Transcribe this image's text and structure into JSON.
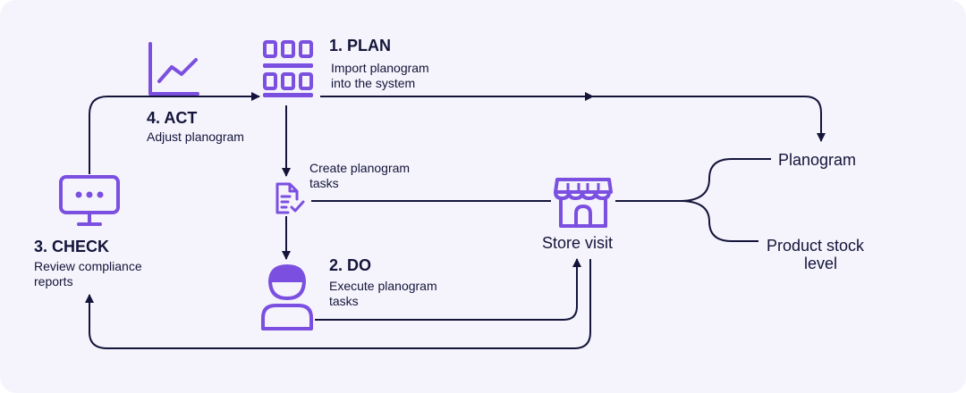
{
  "colors": {
    "accent": "#7b4fe0",
    "line": "#14143a",
    "background": "#f5f4fc"
  },
  "plan": {
    "title": "1. PLAN",
    "desc_line1": "Import planogram",
    "desc_line2": "into the system",
    "icon": "shelf-grid-icon"
  },
  "do": {
    "title": "2. DO",
    "desc_line1": "Execute planogram",
    "desc_line2": "tasks",
    "icon": "person-icon"
  },
  "check": {
    "title": "3. CHECK",
    "desc_line1": "Review compliance",
    "desc_line2": "reports",
    "icon": "monitor-icon"
  },
  "act": {
    "title": "4. ACT",
    "desc_line1": "Adjust planogram",
    "icon": "line-chart-icon"
  },
  "create_tasks": {
    "line1": "Create planogram",
    "line2": "tasks",
    "icon": "document-check-icon"
  },
  "store_visit": {
    "label": "Store visit",
    "icon": "storefront-icon"
  },
  "outputs": {
    "planogram": "Planogram",
    "stock_line1": "Product stock",
    "stock_line2": "level"
  }
}
